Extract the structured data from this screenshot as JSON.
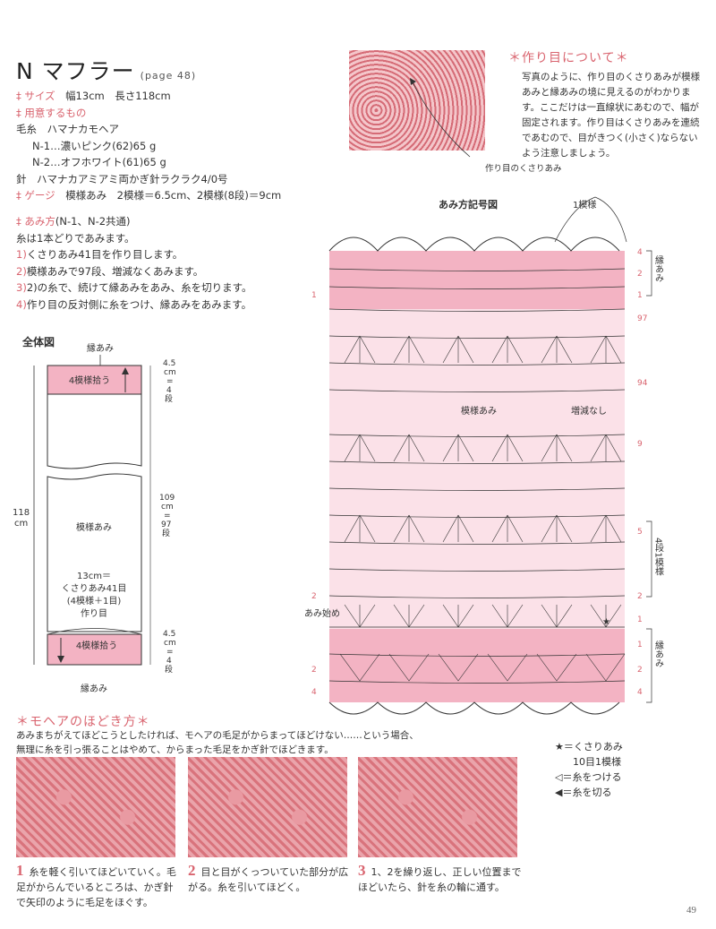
{
  "title": {
    "main": "N マフラー",
    "ref": "(page 48)"
  },
  "size": {
    "label": "サイズ",
    "value": "幅13cm　長さ118cm"
  },
  "materials": {
    "label": "用意するもの",
    "yarn": "毛糸　ハマナカモヘア",
    "yarn_n1": "N-1…濃いピンク(62)65 g",
    "yarn_n2": "N-2…オフホワイト(61)65 g",
    "hook": "針　ハマナカアミアミ両かぎ針ラクラク4/0号"
  },
  "gauge": {
    "label": "ゲージ",
    "value": "模様あみ　2模様＝6.5cm、2模様(8段)＝9cm"
  },
  "method": {
    "label": "あみ方",
    "label_sub": "(N-1、N-2共通)",
    "intro": "糸は1本どりであみます。",
    "steps": [
      {
        "num": "1)",
        "text": "くさりあみ41目を作り目します。"
      },
      {
        "num": "2)",
        "text": "模様あみで97段、増減なくあみます。"
      },
      {
        "num": "3)",
        "text": "2)の糸で、続けて縁あみをあみ、糸を切ります。"
      },
      {
        "num": "4)",
        "text": "作り目の反対側に糸をつけ、縁あみをあみます。"
      }
    ]
  },
  "overall": {
    "title": "全体図",
    "top_edge": "縁あみ",
    "pick_top": "4模様拾う",
    "pattern": "模様あみ",
    "cast_line1": "13cm＝",
    "cast_line2": "くさりあみ41目",
    "cast_line3": "(4模様＋1目)",
    "cast_line4": "作り目",
    "pick_bottom": "4模様拾う",
    "bottom_edge": "縁あみ",
    "total_length": "118",
    "total_unit": "cm",
    "top_dim": [
      "4.5",
      "cm",
      "=",
      "4",
      "段"
    ],
    "mid_dim": [
      "109",
      "cm",
      "=",
      "97",
      "段"
    ],
    "bot_dim": [
      "4.5",
      "cm",
      "=",
      "4",
      "段"
    ]
  },
  "cast_note": {
    "title": "作り目について",
    "body": "写真のように、作り目のくさりあみが模様あみと縁あみの境に見えるのがわかります。ここだけは一直線状にあむので、幅が固定されます。作り目はくさりあみを連続であむので、目がきつく(小さく)ならないよう注意しましょう。",
    "caption": "作り目のくさりあみ"
  },
  "chart": {
    "title": "あみ方記号図",
    "repeat_label": "1模様",
    "pattern_label": "模様あみ",
    "nochange_label": "増減なし",
    "start_label": "あみ始め",
    "edge_top": "縁あみ",
    "edge_bottom": "縁あみ",
    "rows_repeat": "4段1模様",
    "row_nums_right": [
      "4",
      "2",
      "1",
      "97",
      "94",
      "9",
      "5",
      "2",
      "1",
      "1",
      "2",
      "4"
    ],
    "row_nums_left": [
      "1",
      "2",
      "2",
      "4"
    ],
    "star": "★"
  },
  "legend": {
    "line1": "★＝くさりあみ",
    "line2": "10目1模様",
    "line3": "＝糸をつける",
    "line4": "＝糸を切る"
  },
  "mohair": {
    "title": "モヘアのほどき方",
    "body1": "あみまちがえてほどこうとしたければ、モヘアの毛足がからまってほどけない……という場合、",
    "body2": "無理に糸を引っ張ることはやめて、からまった毛足をかぎ針でほどきます。",
    "steps": [
      {
        "num": "1",
        "text": "糸を軽く引いてほどいていく。毛足がからんでいるところは、かぎ針で矢印のように毛足をほぐす。"
      },
      {
        "num": "2",
        "text": "目と目がくっついていた部分が広がる。糸を引いてほどく。"
      },
      {
        "num": "3",
        "text": "1、2を繰り返し、正しい位置までほどいたら、針を糸の輪に通す。"
      }
    ]
  },
  "page_number": "49",
  "colors": {
    "accent": "#d9646f",
    "pink_fill": "#f3b3c3",
    "light_pink": "#fbe1e8"
  }
}
